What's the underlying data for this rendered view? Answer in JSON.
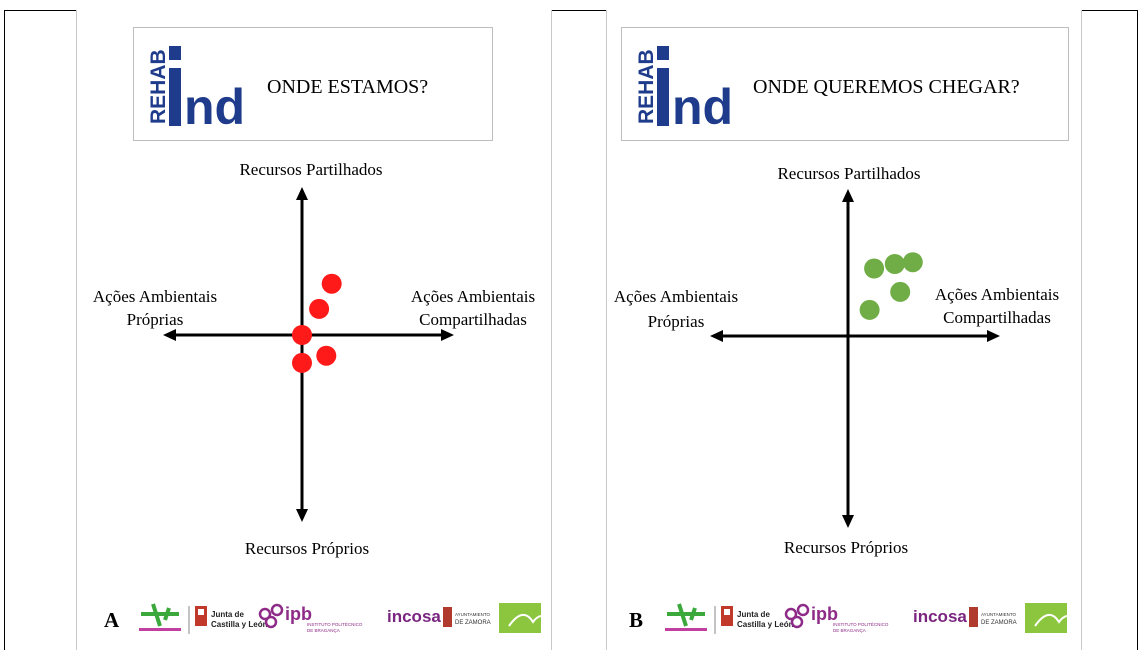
{
  "panels": [
    {
      "id": "A",
      "letter": "A",
      "logo_text": {
        "rehab": "REHAB",
        "ind": "nd"
      },
      "title": "ONDE ESTAMOS?",
      "axes": {
        "top": "Recursos Partilhados",
        "bottom": "Recursos Próprios",
        "left": [
          "Ações Ambientais",
          "Próprias"
        ],
        "right": [
          "Ações Ambientais",
          "Compartilhadas"
        ]
      },
      "point_color": "#ff1a1a",
      "points": [
        {
          "x": 1.65,
          "y": 2.85
        },
        {
          "x": 0.95,
          "y": 1.45
        },
        {
          "x": 0.0,
          "y": 0.0
        },
        {
          "x": 1.35,
          "y": -1.15
        },
        {
          "x": 0.0,
          "y": -1.55
        }
      ]
    },
    {
      "id": "B",
      "letter": "B",
      "logo_text": {
        "rehab": "REHAB",
        "ind": "nd"
      },
      "title": "ONDE QUEREMOS CHEGAR?",
      "axes": {
        "top": "Recursos Partilhados",
        "bottom": "Recursos Próprios",
        "left": [
          "Ações Ambientais",
          "Próprias"
        ],
        "right": [
          "Ações Ambientais",
          "Compartilhadas"
        ]
      },
      "point_color": "#70ad47",
      "points": [
        {
          "x": 1.45,
          "y": 3.75
        },
        {
          "x": 2.6,
          "y": 4.0
        },
        {
          "x": 3.6,
          "y": 4.1
        },
        {
          "x": 2.9,
          "y": 2.45
        },
        {
          "x": 1.2,
          "y": 1.45
        }
      ]
    }
  ],
  "sponsors": {
    "junta": [
      "Junta de",
      "Castilla y León"
    ],
    "ipb": "ipb",
    "ipb_sub": [
      "INSTITUTO POLITÉCNICO",
      "DE BRAGANÇA"
    ],
    "incosa": "incosa",
    "zamora": [
      "AYUNTAMIENTO",
      "DE ZAMORA"
    ]
  },
  "colors": {
    "logo_blue": "#1f3b8c",
    "sponsor_purple": "#8e2a87",
    "sponsor_green": "#8cc63f"
  }
}
